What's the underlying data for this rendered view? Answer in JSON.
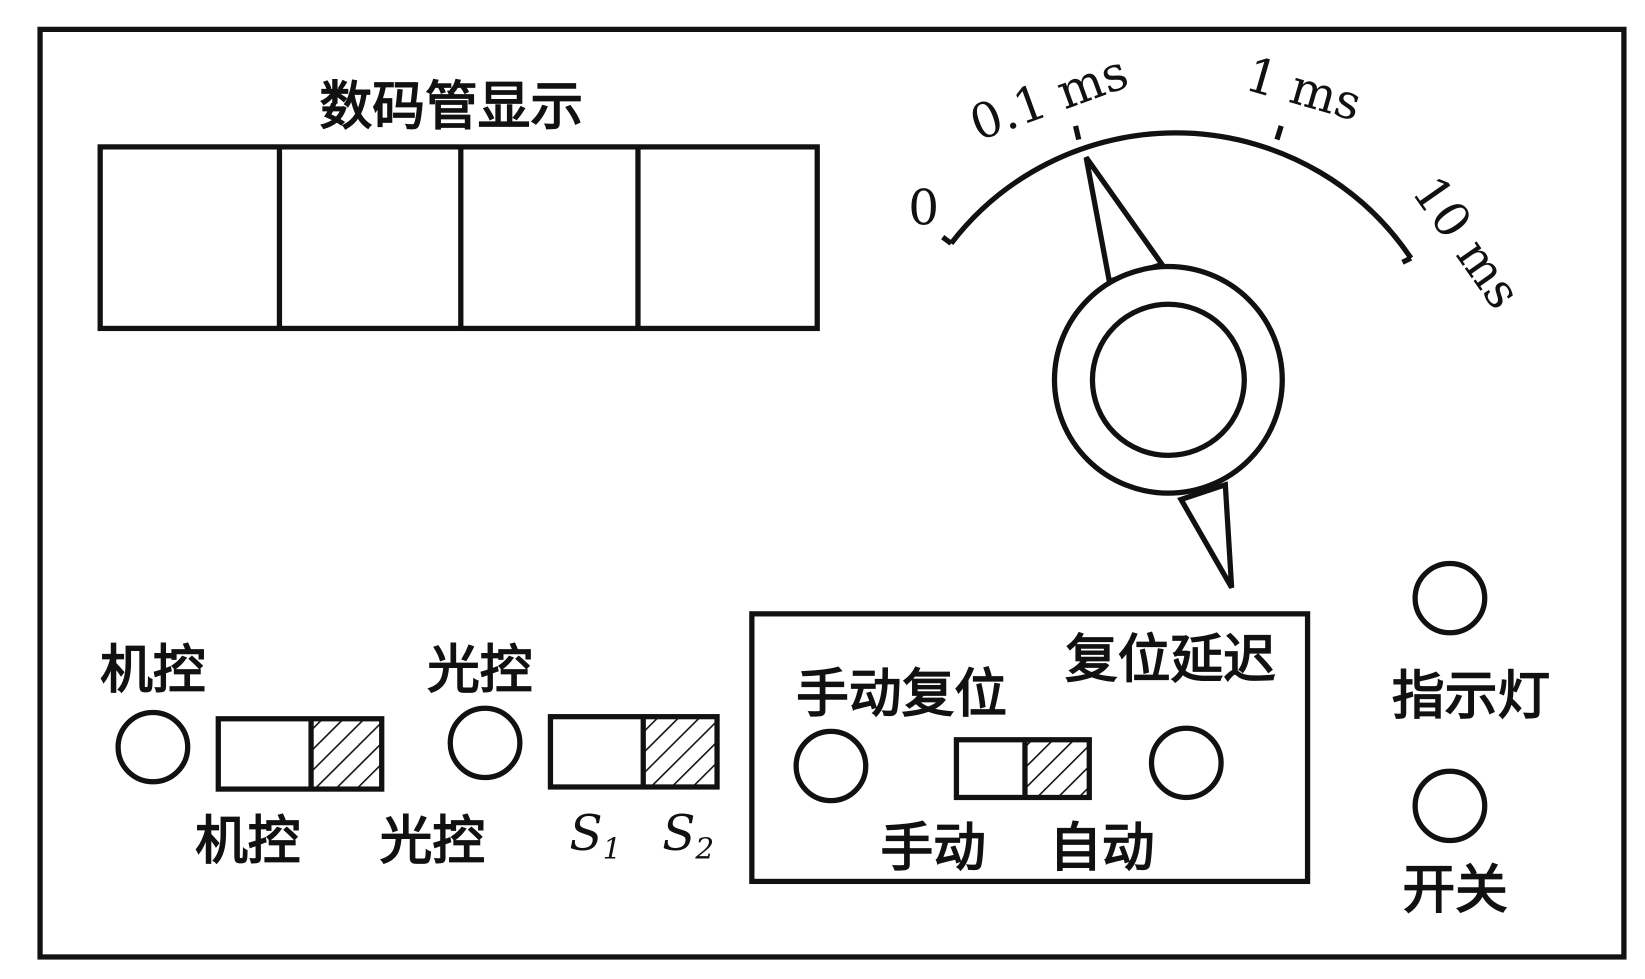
{
  "display": {
    "title": "数码管显示",
    "digit_count": 4
  },
  "dial": {
    "scale_labels": [
      "0",
      "0.1 ms",
      "1 ms",
      "10 ms"
    ]
  },
  "machine_control": {
    "top_label": "机控",
    "left_label": "机控",
    "right_label": "光控"
  },
  "light_control": {
    "top_label": "光控",
    "s1_label": "S",
    "s1_sub": "1",
    "s2_label": "S",
    "s2_sub": "2"
  },
  "reset_box": {
    "manual_reset_label": "手动复位",
    "reset_delay_label": "复位延迟",
    "manual_label": "手动",
    "auto_label": "自动"
  },
  "indicator": {
    "label": "指示灯"
  },
  "power": {
    "label": "开关"
  },
  "colors": {
    "ink": "#111111",
    "background": "#ffffff"
  }
}
